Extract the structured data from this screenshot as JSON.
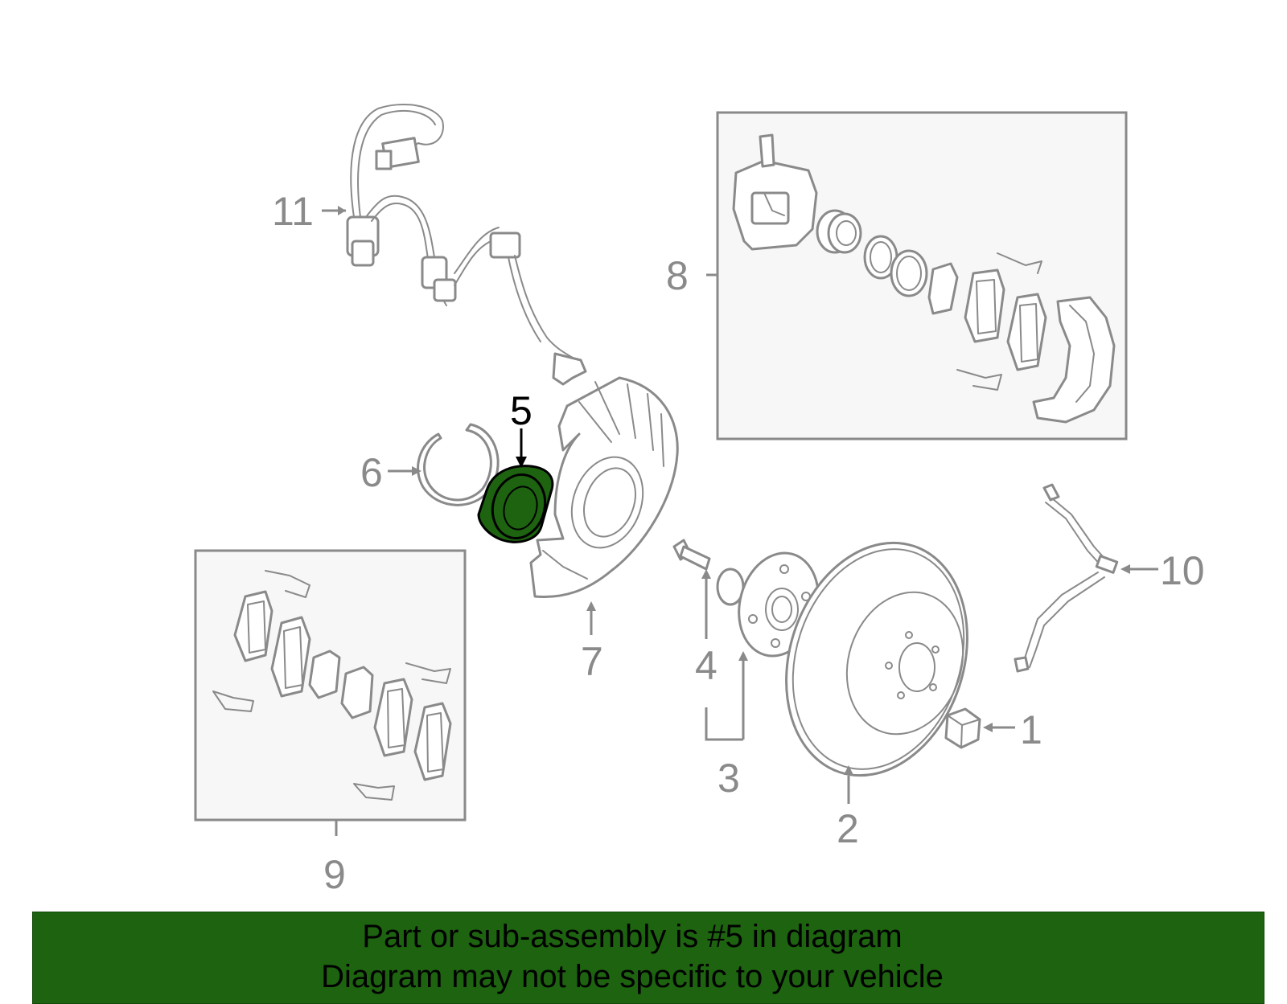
{
  "callouts": {
    "c1": "1",
    "c2": "2",
    "c3": "3",
    "c4": "4",
    "c5": "5",
    "c6": "6",
    "c7": "7",
    "c8": "8",
    "c9": "9",
    "c10": "10",
    "c11": "11"
  },
  "highlight": {
    "part": "5",
    "color": "#1d6310"
  },
  "banner": {
    "line1": "Part or sub-assembly is #5 in diagram",
    "line2": "Diagram may not be specific to your vehicle",
    "background": "#1d6310"
  },
  "colors": {
    "line": "#8a8a8a",
    "highlight_label": "#000000"
  }
}
